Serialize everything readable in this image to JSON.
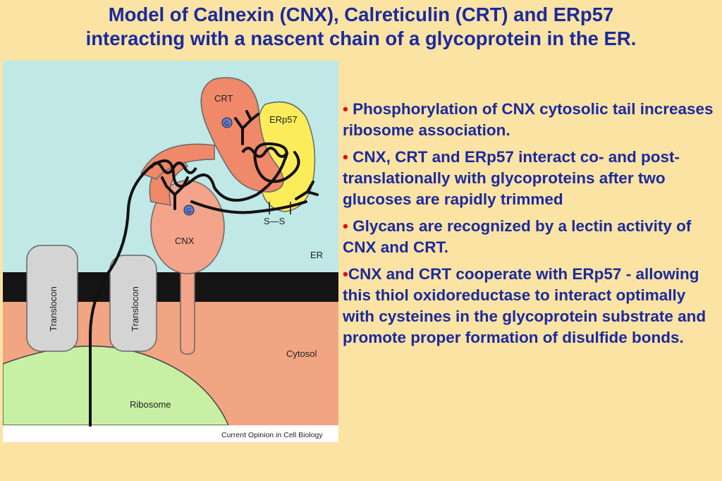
{
  "title": {
    "line1": "Model of Calnexin (CNX), Calreticulin (CRT) and ERp57",
    "line2": "interacting with a nascent chain of a glycoprotein in the ER."
  },
  "figure": {
    "labels": {
      "crt": "CRT",
      "erp57": "ERp57",
      "cnx": "CNX",
      "er": "ER",
      "cytosol": "Cytosol",
      "ribosome": "Ribosome",
      "translocon_left": "Translocon",
      "translocon_right": "Translocon",
      "glucose_crt": "G",
      "glucose_cnx": "G",
      "disulfide": "S—S",
      "source": "Current Opinion in Cell Biology"
    },
    "colors": {
      "er_lumen": "#bfe8e6",
      "membrane": "#141414",
      "cytosol": "#f2a582",
      "ribosome": "#c8f0a4",
      "translocon": "#d4d4d4",
      "crt": "#f0886a",
      "erp57": "#fcec5a",
      "cnx": "#f4a48a",
      "glucose": "#5a7fd8",
      "chain": "#111111"
    }
  },
  "bullets": [
    {
      "marker": "•",
      "text": " Phosphorylation of CNX cytosolic tail increases ribosome association."
    },
    {
      "marker": "•",
      "text": " CNX, CRT and ERp57 interact co- and post-translationally with glycoproteins after two glucoses are rapidly trimmed"
    },
    {
      "marker": "•",
      "text": " Glycans are recognized by a lectin activity of CNX and CRT."
    },
    {
      "marker": "•",
      "text": "CNX and CRT cooperate with ERp57 - allowing this thiol oxidoreductase to interact optimally with cysteines in the glycoprotein substrate and promote proper formation of disulfide bonds."
    }
  ]
}
